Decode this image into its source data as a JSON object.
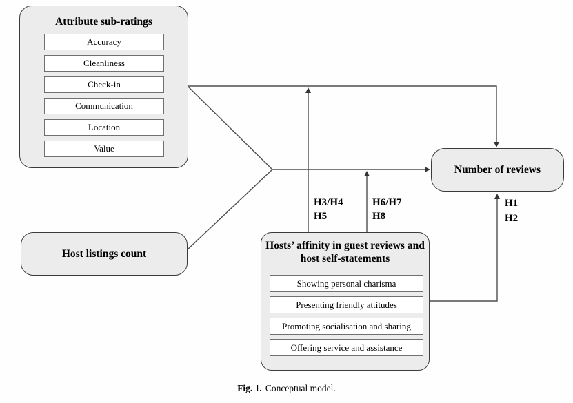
{
  "figure": {
    "caption_label": "Fig. 1.",
    "caption_text": "Conceptual model."
  },
  "colors": {
    "box_fill": "#ececec",
    "box_border": "#3b3b3b",
    "inner_box_fill": "#ffffff",
    "inner_box_border": "#707070",
    "connector_line": "#4f4f4f",
    "text": "#000000"
  },
  "boxes": {
    "attribute_subratings": {
      "title": "Attribute sub-ratings",
      "items": [
        "Accuracy",
        "Cleanliness",
        "Check-in",
        "Communication",
        "Location",
        "Value"
      ]
    },
    "host_listings_count": {
      "title": "Host listings count"
    },
    "number_of_reviews": {
      "title": "Number of reviews"
    },
    "hosts_affinity": {
      "title": "Hosts’ affinity in guest reviews and host self-statements",
      "items": [
        "Showing personal charisma",
        "Presenting friendly attitudes",
        "Promoting socialisation and sharing",
        "Offering service and assistance"
      ]
    }
  },
  "hypothesis_labels": {
    "h34": "H3/H4",
    "h5": "H5",
    "h67": "H6/H7",
    "h8": "H8",
    "h1": "H1",
    "h2": "H2"
  }
}
